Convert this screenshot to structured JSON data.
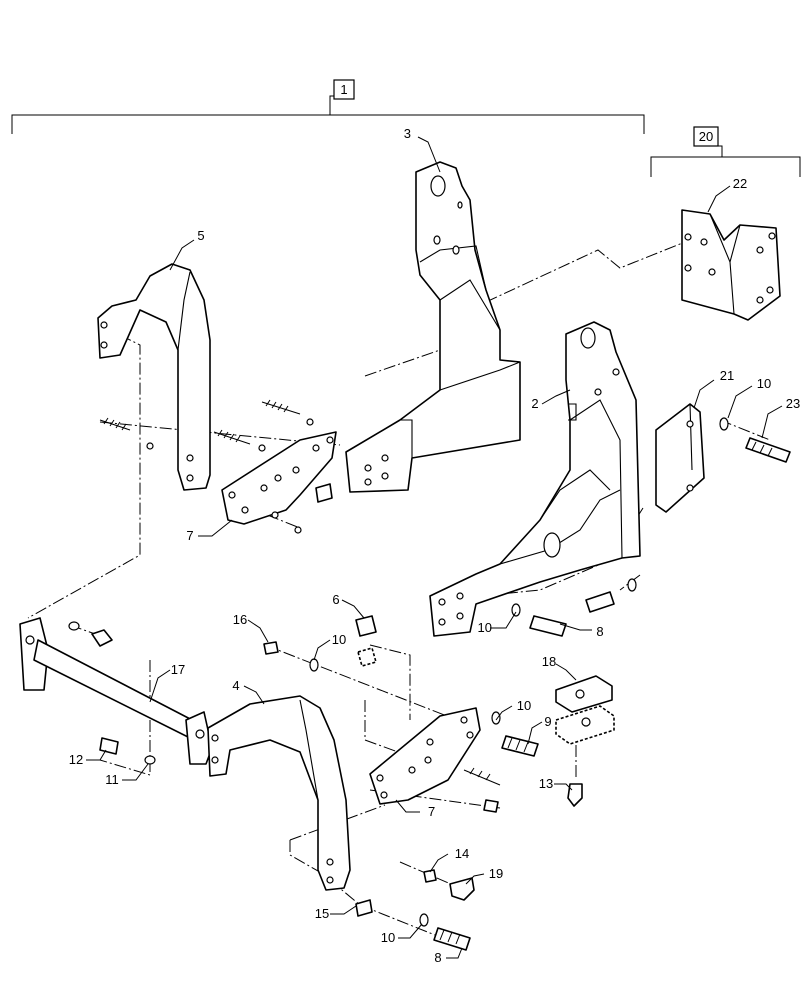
{
  "groups": [
    {
      "id": "group-1",
      "label": "1"
    },
    {
      "id": "group-20",
      "label": "20"
    }
  ],
  "callouts": [
    {
      "id": "c-3",
      "label": "3"
    },
    {
      "id": "c-22",
      "label": "22"
    },
    {
      "id": "c-5",
      "label": "5"
    },
    {
      "id": "c-2",
      "label": "2"
    },
    {
      "id": "c-21",
      "label": "21"
    },
    {
      "id": "c-10a",
      "label": "10"
    },
    {
      "id": "c-23",
      "label": "23"
    },
    {
      "id": "c-7a",
      "label": "7"
    },
    {
      "id": "c-6",
      "label": "6"
    },
    {
      "id": "c-16",
      "label": "16"
    },
    {
      "id": "c-10b",
      "label": "10"
    },
    {
      "id": "c-10c",
      "label": "10"
    },
    {
      "id": "c-8a",
      "label": "8"
    },
    {
      "id": "c-17",
      "label": "17"
    },
    {
      "id": "c-4",
      "label": "4"
    },
    {
      "id": "c-18",
      "label": "18"
    },
    {
      "id": "c-10d",
      "label": "10"
    },
    {
      "id": "c-9",
      "label": "9"
    },
    {
      "id": "c-12",
      "label": "12"
    },
    {
      "id": "c-11",
      "label": "11"
    },
    {
      "id": "c-13",
      "label": "13"
    },
    {
      "id": "c-7b",
      "label": "7"
    },
    {
      "id": "c-14",
      "label": "14"
    },
    {
      "id": "c-19",
      "label": "19"
    },
    {
      "id": "c-15",
      "label": "15"
    },
    {
      "id": "c-10e",
      "label": "10"
    },
    {
      "id": "c-8b",
      "label": "8"
    }
  ]
}
